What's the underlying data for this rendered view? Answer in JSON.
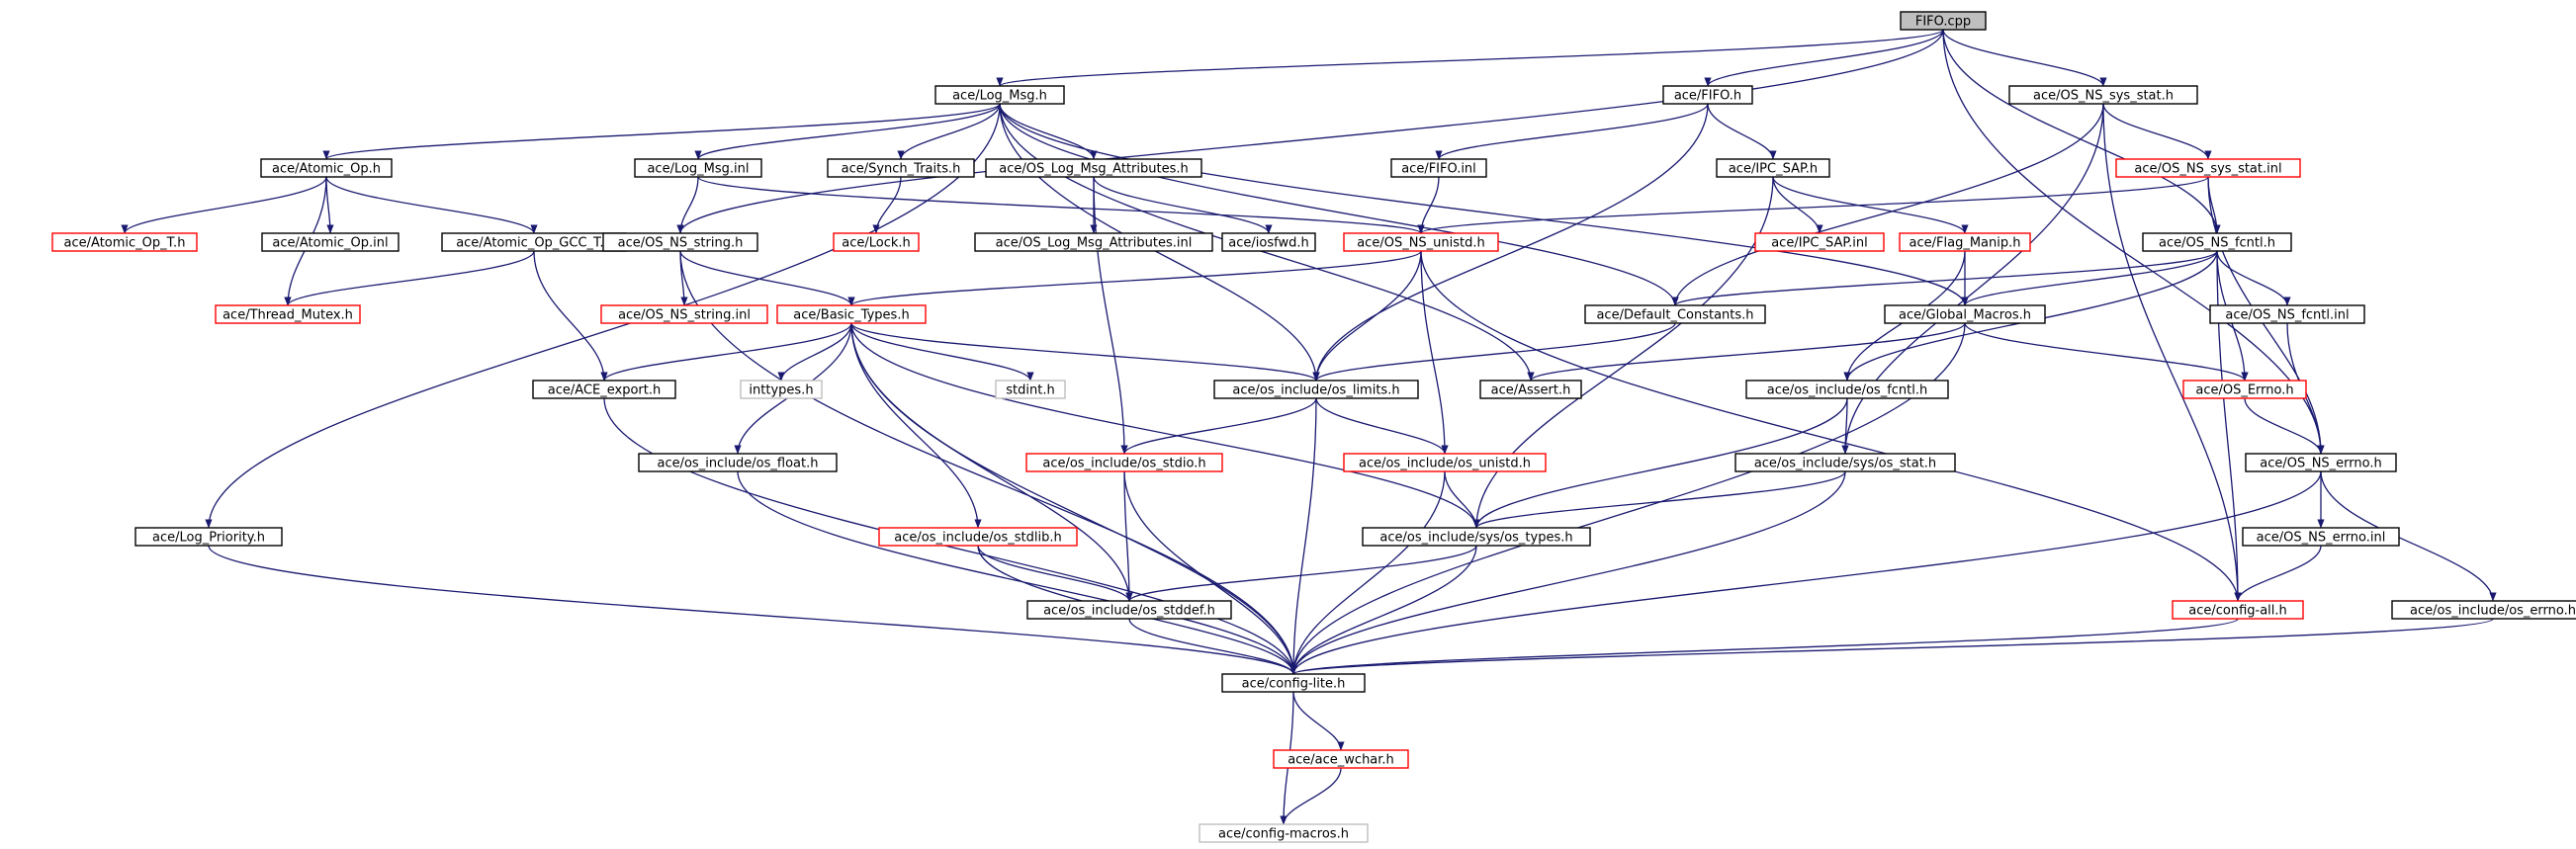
{
  "colors": {
    "edge": "#191970",
    "border_default": "#000000",
    "border_missing": "#ff0000",
    "border_external": "#bfbfbf",
    "root_fill": "#bfbfbf",
    "fill": "#ffffff",
    "text": "#000000"
  },
  "graph": {
    "nodes": [
      {
        "id": "fifo_cpp",
        "label": "FIFO.cpp",
        "style": "root"
      },
      {
        "id": "log_msg_h",
        "label": "ace/Log_Msg.h",
        "style": "normal"
      },
      {
        "id": "fifo_h",
        "label": "ace/FIFO.h",
        "style": "normal"
      },
      {
        "id": "os_ns_sys_stat_h",
        "label": "ace/OS_NS_sys_stat.h",
        "style": "normal"
      },
      {
        "id": "atomic_op_h",
        "label": "ace/Atomic_Op.h",
        "style": "normal"
      },
      {
        "id": "log_msg_inl",
        "label": "ace/Log_Msg.inl",
        "style": "normal"
      },
      {
        "id": "synch_traits_h",
        "label": "ace/Synch_Traits.h",
        "style": "normal"
      },
      {
        "id": "os_log_msg_attr_h",
        "label": "ace/OS_Log_Msg_Attributes.h",
        "style": "normal"
      },
      {
        "id": "fifo_inl",
        "label": "ace/FIFO.inl",
        "style": "normal"
      },
      {
        "id": "ipc_sap_h",
        "label": "ace/IPC_SAP.h",
        "style": "normal"
      },
      {
        "id": "os_ns_sys_stat_inl",
        "label": "ace/OS_NS_sys_stat.inl",
        "style": "missing"
      },
      {
        "id": "atomic_op_t_h",
        "label": "ace/Atomic_Op_T.h",
        "style": "missing"
      },
      {
        "id": "atomic_op_inl",
        "label": "ace/Atomic_Op.inl",
        "style": "normal"
      },
      {
        "id": "atomic_op_gcc_t_h",
        "label": "ace/Atomic_Op_GCC_T.h",
        "style": "normal"
      },
      {
        "id": "os_ns_string_h",
        "label": "ace/OS_NS_string.h",
        "style": "normal"
      },
      {
        "id": "lock_h",
        "label": "ace/Lock.h",
        "style": "missing"
      },
      {
        "id": "os_log_msg_attr_inl",
        "label": "ace/OS_Log_Msg_Attributes.inl",
        "style": "normal"
      },
      {
        "id": "iosfwd_h",
        "label": "ace/iosfwd.h",
        "style": "normal"
      },
      {
        "id": "os_ns_unistd_h",
        "label": "ace/OS_NS_unistd.h",
        "style": "missing"
      },
      {
        "id": "ipc_sap_inl",
        "label": "ace/IPC_SAP.inl",
        "style": "missing"
      },
      {
        "id": "flag_manip_h",
        "label": "ace/Flag_Manip.h",
        "style": "missing"
      },
      {
        "id": "os_ns_fcntl_h",
        "label": "ace/OS_NS_fcntl.h",
        "style": "normal"
      },
      {
        "id": "thread_mutex_h",
        "label": "ace/Thread_Mutex.h",
        "style": "missing"
      },
      {
        "id": "os_ns_string_inl",
        "label": "ace/OS_NS_string.inl",
        "style": "missing"
      },
      {
        "id": "basic_types_h",
        "label": "ace/Basic_Types.h",
        "style": "missing"
      },
      {
        "id": "default_constants_h",
        "label": "ace/Default_Constants.h",
        "style": "normal"
      },
      {
        "id": "global_macros_h",
        "label": "ace/Global_Macros.h",
        "style": "normal"
      },
      {
        "id": "os_ns_fcntl_inl",
        "label": "ace/OS_NS_fcntl.inl",
        "style": "normal"
      },
      {
        "id": "ace_export_h",
        "label": "ace/ACE_export.h",
        "style": "normal"
      },
      {
        "id": "inttypes_h",
        "label": "inttypes.h",
        "style": "external"
      },
      {
        "id": "stdint_h",
        "label": "stdint.h",
        "style": "external"
      },
      {
        "id": "os_limits_h",
        "label": "ace/os_include/os_limits.h",
        "style": "normal"
      },
      {
        "id": "assert_h",
        "label": "ace/Assert.h",
        "style": "normal"
      },
      {
        "id": "os_fcntl_h",
        "label": "ace/os_include/os_fcntl.h",
        "style": "normal"
      },
      {
        "id": "os_errno_h",
        "label": "ace/OS_Errno.h",
        "style": "missing"
      },
      {
        "id": "os_float_h",
        "label": "ace/os_include/os_float.h",
        "style": "normal"
      },
      {
        "id": "os_stdio_h",
        "label": "ace/os_include/os_stdio.h",
        "style": "missing"
      },
      {
        "id": "os_unistd_h",
        "label": "ace/os_include/os_unistd.h",
        "style": "missing"
      },
      {
        "id": "sys_os_stat_h",
        "label": "ace/os_include/sys/os_stat.h",
        "style": "normal"
      },
      {
        "id": "os_ns_errno_h",
        "label": "ace/OS_NS_errno.h",
        "style": "normal"
      },
      {
        "id": "log_priority_h",
        "label": "ace/Log_Priority.h",
        "style": "normal"
      },
      {
        "id": "os_stdlib_h",
        "label": "ace/os_include/os_stdlib.h",
        "style": "missing"
      },
      {
        "id": "sys_os_types_h",
        "label": "ace/os_include/sys/os_types.h",
        "style": "normal"
      },
      {
        "id": "os_ns_errno_inl",
        "label": "ace/OS_NS_errno.inl",
        "style": "normal"
      },
      {
        "id": "os_stddef_h",
        "label": "ace/os_include/os_stddef.h",
        "style": "normal"
      },
      {
        "id": "config_all_h",
        "label": "ace/config-all.h",
        "style": "missing"
      },
      {
        "id": "os_include_errno_h",
        "label": "ace/os_include/os_errno.h",
        "style": "normal"
      },
      {
        "id": "config_lite_h",
        "label": "ace/config-lite.h",
        "style": "normal"
      },
      {
        "id": "ace_wchar_h",
        "label": "ace/ace_wchar.h",
        "style": "missing"
      },
      {
        "id": "config_macros_h",
        "label": "ace/config-macros.h",
        "style": "external"
      }
    ],
    "edges": [
      [
        "fifo_cpp",
        "log_msg_h"
      ],
      [
        "fifo_cpp",
        "fifo_h"
      ],
      [
        "fifo_cpp",
        "os_ns_sys_stat_h"
      ],
      [
        "fifo_cpp",
        "os_ns_string_h"
      ],
      [
        "fifo_cpp",
        "os_ns_fcntl_h"
      ],
      [
        "fifo_cpp",
        "os_ns_errno_h"
      ],
      [
        "log_msg_h",
        "atomic_op_h"
      ],
      [
        "log_msg_h",
        "log_msg_inl"
      ],
      [
        "log_msg_h",
        "synch_traits_h"
      ],
      [
        "log_msg_h",
        "os_log_msg_attr_h"
      ],
      [
        "log_msg_h",
        "log_priority_h"
      ],
      [
        "log_msg_h",
        "os_limits_h"
      ],
      [
        "log_msg_h",
        "default_constants_h"
      ],
      [
        "log_msg_h",
        "global_macros_h"
      ],
      [
        "log_msg_h",
        "assert_h"
      ],
      [
        "fifo_h",
        "fifo_inl"
      ],
      [
        "fifo_h",
        "ipc_sap_h"
      ],
      [
        "fifo_h",
        "os_limits_h"
      ],
      [
        "os_ns_sys_stat_h",
        "os_ns_sys_stat_inl"
      ],
      [
        "os_ns_sys_stat_h",
        "default_constants_h"
      ],
      [
        "os_ns_sys_stat_h",
        "sys_os_stat_h"
      ],
      [
        "os_ns_sys_stat_h",
        "config_all_h"
      ],
      [
        "atomic_op_h",
        "atomic_op_t_h"
      ],
      [
        "atomic_op_h",
        "atomic_op_inl"
      ],
      [
        "atomic_op_h",
        "atomic_op_gcc_t_h"
      ],
      [
        "atomic_op_h",
        "thread_mutex_h"
      ],
      [
        "log_msg_inl",
        "os_ns_string_h"
      ],
      [
        "log_msg_inl",
        "os_ns_unistd_h"
      ],
      [
        "synch_traits_h",
        "lock_h"
      ],
      [
        "os_log_msg_attr_h",
        "os_log_msg_attr_inl"
      ],
      [
        "os_log_msg_attr_h",
        "iosfwd_h"
      ],
      [
        "os_log_msg_attr_h",
        "os_stdio_h"
      ],
      [
        "fifo_inl",
        "os_ns_unistd_h"
      ],
      [
        "ipc_sap_h",
        "ipc_sap_inl"
      ],
      [
        "ipc_sap_h",
        "flag_manip_h"
      ],
      [
        "ipc_sap_h",
        "sys_os_types_h"
      ],
      [
        "os_ns_sys_stat_inl",
        "os_ns_unistd_h"
      ],
      [
        "os_ns_sys_stat_inl",
        "os_ns_fcntl_h"
      ],
      [
        "os_ns_sys_stat_inl",
        "os_ns_errno_h"
      ],
      [
        "atomic_op_gcc_t_h",
        "thread_mutex_h"
      ],
      [
        "atomic_op_gcc_t_h",
        "ace_export_h"
      ],
      [
        "os_ns_string_h",
        "os_ns_string_inl"
      ],
      [
        "os_ns_string_h",
        "basic_types_h"
      ],
      [
        "os_ns_string_h",
        "config_lite_h"
      ],
      [
        "os_ns_unistd_h",
        "basic_types_h"
      ],
      [
        "os_ns_unistd_h",
        "os_limits_h"
      ],
      [
        "os_ns_unistd_h",
        "os_unistd_h"
      ],
      [
        "os_ns_unistd_h",
        "config_all_h"
      ],
      [
        "flag_manip_h",
        "global_macros_h"
      ],
      [
        "flag_manip_h",
        "os_fcntl_h"
      ],
      [
        "os_ns_fcntl_h",
        "default_constants_h"
      ],
      [
        "os_ns_fcntl_h",
        "global_macros_h"
      ],
      [
        "os_ns_fcntl_h",
        "os_ns_fcntl_inl"
      ],
      [
        "os_ns_fcntl_h",
        "os_errno_h"
      ],
      [
        "os_ns_fcntl_h",
        "config_all_h"
      ],
      [
        "os_ns_fcntl_h",
        "os_fcntl_h"
      ],
      [
        "basic_types_h",
        "ace_export_h"
      ],
      [
        "basic_types_h",
        "inttypes_h"
      ],
      [
        "basic_types_h",
        "stdint_h"
      ],
      [
        "basic_types_h",
        "os_limits_h"
      ],
      [
        "basic_types_h",
        "os_float_h"
      ],
      [
        "basic_types_h",
        "os_stdlib_h"
      ],
      [
        "basic_types_h",
        "os_stddef_h"
      ],
      [
        "basic_types_h",
        "sys_os_types_h"
      ],
      [
        "basic_types_h",
        "config_lite_h"
      ],
      [
        "default_constants_h",
        "os_limits_h"
      ],
      [
        "global_macros_h",
        "assert_h"
      ],
      [
        "global_macros_h",
        "os_errno_h"
      ],
      [
        "global_macros_h",
        "config_lite_h"
      ],
      [
        "os_ns_fcntl_inl",
        "os_ns_errno_h"
      ],
      [
        "os_errno_h",
        "os_ns_errno_h"
      ],
      [
        "ace_export_h",
        "config_lite_h"
      ],
      [
        "os_limits_h",
        "os_stdio_h"
      ],
      [
        "os_limits_h",
        "os_unistd_h"
      ],
      [
        "os_limits_h",
        "config_lite_h"
      ],
      [
        "os_fcntl_h",
        "sys_os_types_h"
      ],
      [
        "os_fcntl_h",
        "sys_os_stat_h"
      ],
      [
        "os_float_h",
        "config_lite_h"
      ],
      [
        "os_stdio_h",
        "os_stddef_h"
      ],
      [
        "os_stdio_h",
        "config_lite_h"
      ],
      [
        "os_unistd_h",
        "sys_os_types_h"
      ],
      [
        "os_unistd_h",
        "config_lite_h"
      ],
      [
        "sys_os_stat_h",
        "sys_os_types_h"
      ],
      [
        "sys_os_stat_h",
        "config_lite_h"
      ],
      [
        "os_ns_errno_h",
        "os_ns_errno_inl"
      ],
      [
        "os_ns_errno_h",
        "os_include_errno_h"
      ],
      [
        "os_ns_errno_h",
        "config_lite_h"
      ],
      [
        "log_priority_h",
        "config_lite_h"
      ],
      [
        "os_stdlib_h",
        "os_stddef_h"
      ],
      [
        "os_stdlib_h",
        "config_lite_h"
      ],
      [
        "sys_os_types_h",
        "os_stddef_h"
      ],
      [
        "sys_os_types_h",
        "config_lite_h"
      ],
      [
        "os_ns_errno_inl",
        "config_all_h"
      ],
      [
        "os_stddef_h",
        "config_lite_h"
      ],
      [
        "config_all_h",
        "config_lite_h"
      ],
      [
        "os_include_errno_h",
        "config_lite_h"
      ],
      [
        "config_lite_h",
        "ace_wchar_h"
      ],
      [
        "config_lite_h",
        "config_macros_h"
      ],
      [
        "ace_wchar_h",
        "config_macros_h"
      ]
    ]
  }
}
